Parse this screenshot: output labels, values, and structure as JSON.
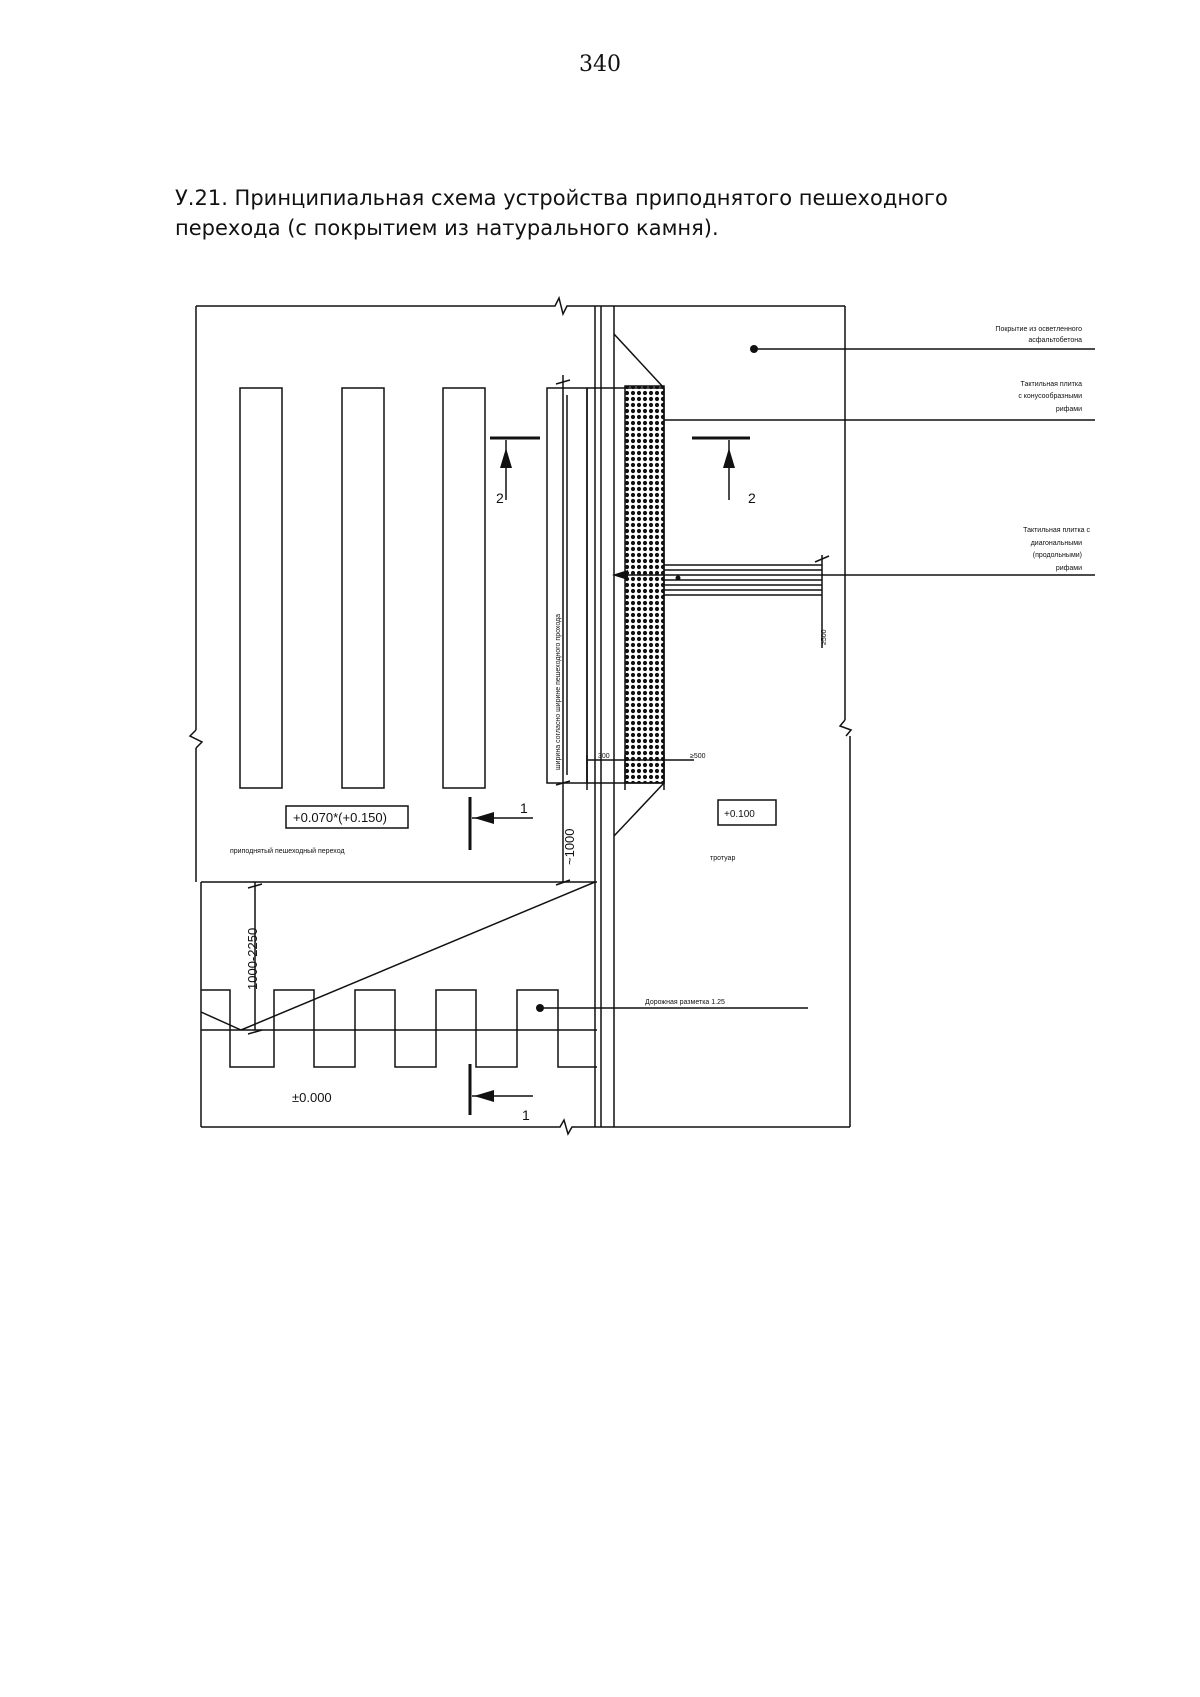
{
  "page": {
    "number": "340"
  },
  "figure": {
    "title_line1": "У.21. Принципиальная схема устройства приподнятого пешеходного",
    "title_line2": "перехода (с покрытием из натурального камня)."
  },
  "callouts": {
    "asphalt": [
      "Покрытие из осветленного",
      "асфальтобетона"
    ],
    "tactile_cone": [
      "Тактильная плитка",
      "с конусообразными",
      "рифами"
    ],
    "tactile_diag": [
      "Тактильная плитка с",
      "диагональными",
      "(продольными)",
      "рифами"
    ],
    "road_marking": "Дорожная разметка 1.25"
  },
  "labels": {
    "raised_crossing": "приподнятый пешеходный переход",
    "sidewalk": "тротуар",
    "crossing_width": "ширина согласно ширине пешеходного прохода"
  },
  "elevations": {
    "crossing": "+0.070*(+0.150)",
    "sidewalk": "+0.100",
    "road": "±0.000"
  },
  "dimensions": {
    "d1000": "~1000",
    "d1000_2250": "1000-2250",
    "d500": "≥500",
    "d300": "300",
    "d500b": "≥500"
  },
  "sections": {
    "s1_top": "1",
    "s1_bottom": "1",
    "s2_left": "2",
    "s2_right": "2"
  }
}
